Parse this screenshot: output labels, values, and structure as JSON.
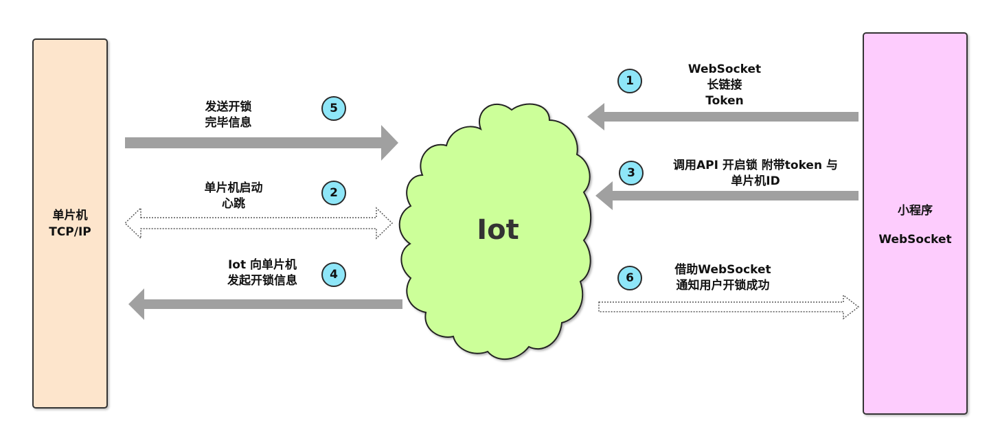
{
  "colors": {
    "mcu_fill": "#fde5cc",
    "app_fill": "#fdccfd",
    "cloud_fill": "#ccff99",
    "arrow_gray": "#a0a0a0",
    "badge_fill": "#8ee6f8"
  },
  "nodes": {
    "mcu": {
      "line1": "单片机",
      "line2": "TCP/IP"
    },
    "app": {
      "line1": "小程序",
      "line2": "WebSocket"
    },
    "cloud": {
      "label": "Iot"
    }
  },
  "steps": {
    "s1": {
      "num": "1",
      "line1": "WebSocket",
      "line2": "长链接",
      "line3": "Token"
    },
    "s2": {
      "num": "2",
      "line1": "单片机启动",
      "line2": "心跳"
    },
    "s3": {
      "num": "3",
      "line1": "调用API 开启锁 附带token 与",
      "line2": "单片机ID"
    },
    "s4": {
      "num": "4",
      "line1": "Iot 向单片机",
      "line2": "发起开锁信息"
    },
    "s5": {
      "num": "5",
      "line1": "发送开锁",
      "line2": "完毕信息"
    },
    "s6": {
      "num": "6",
      "line1": "借助WebSocket",
      "line2": "通知用户开锁成功"
    }
  }
}
